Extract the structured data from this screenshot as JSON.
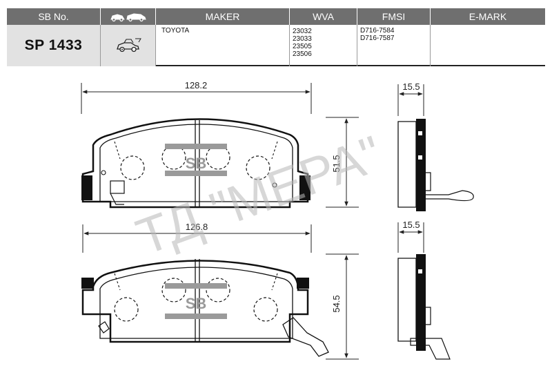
{
  "header": {
    "col_sbno": "SB No.",
    "col_maker": "MAKER",
    "col_wva": "WVA",
    "col_fmsi": "FMSI",
    "col_emark": "E-MARK",
    "vehicle_icon": "car-icons"
  },
  "product": {
    "sb_no": "SP 1433",
    "position_icon": "front-car-icon",
    "maker": "TOYOTA",
    "wva": [
      "23032",
      "23033",
      "23505",
      "23506"
    ],
    "fmsi": [
      "D716-7584",
      "D716-7587"
    ],
    "emark": ""
  },
  "drawing": {
    "top_width": "128.2",
    "top_height": "51.5",
    "top_thickness": "15.5",
    "bottom_width": "126.8",
    "bottom_height": "54.5",
    "bottom_thickness": "15.5",
    "logo_text": "SB"
  },
  "watermark": "ТД \"МЕРА\""
}
